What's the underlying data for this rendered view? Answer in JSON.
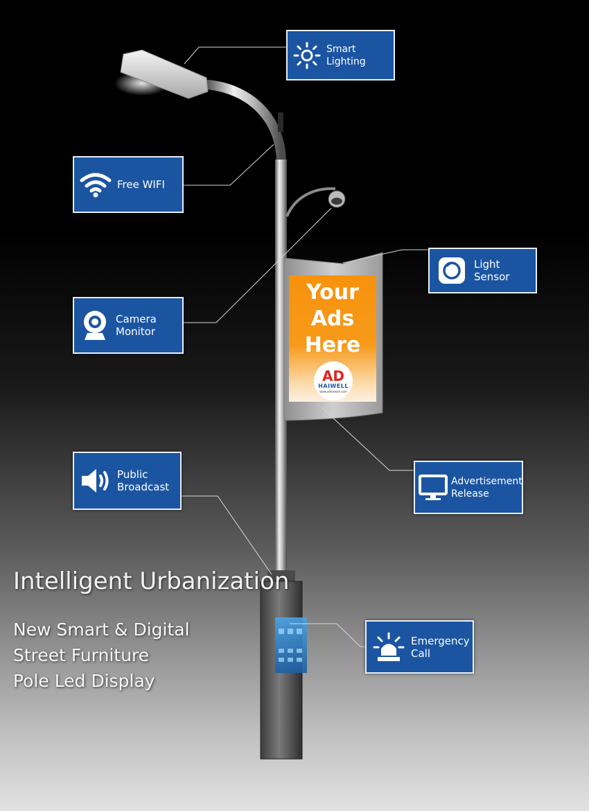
{
  "features": [
    {
      "id": "smart-lighting",
      "label": "Smart Lighting",
      "icon": "sun-icon"
    },
    {
      "id": "free-wifi",
      "label": "Free WIFI",
      "icon": "wifi-icon"
    },
    {
      "id": "light-sensor",
      "label": "Light\nSensor",
      "icon": "sensor-icon"
    },
    {
      "id": "camera-monitor",
      "label": "Camera\nMonitor",
      "icon": "webcam-icon"
    },
    {
      "id": "public-broadcast",
      "label": "Public\nBroadcast",
      "icon": "speaker-icon"
    },
    {
      "id": "advertisement-release",
      "label": "Advertisement\nRelease",
      "icon": "monitor-icon"
    },
    {
      "id": "emergency-call",
      "label": "Emergency\nCall",
      "icon": "siren-icon"
    }
  ],
  "ad_panel": {
    "text_lines": [
      "Your",
      "Ads",
      "Here"
    ],
    "logo_mark": "AD",
    "logo_brand": "HAIWELL",
    "logo_url": "www.adhaiwell.com"
  },
  "headline": "Intelligent Urbanization",
  "sublines": [
    "New Smart & Digital",
    "Street Furniture",
    "Pole Led Display"
  ],
  "colors": {
    "box_fill": "#1b55a2",
    "box_border": "#e8eef7",
    "ad_background": "#f7920c"
  }
}
